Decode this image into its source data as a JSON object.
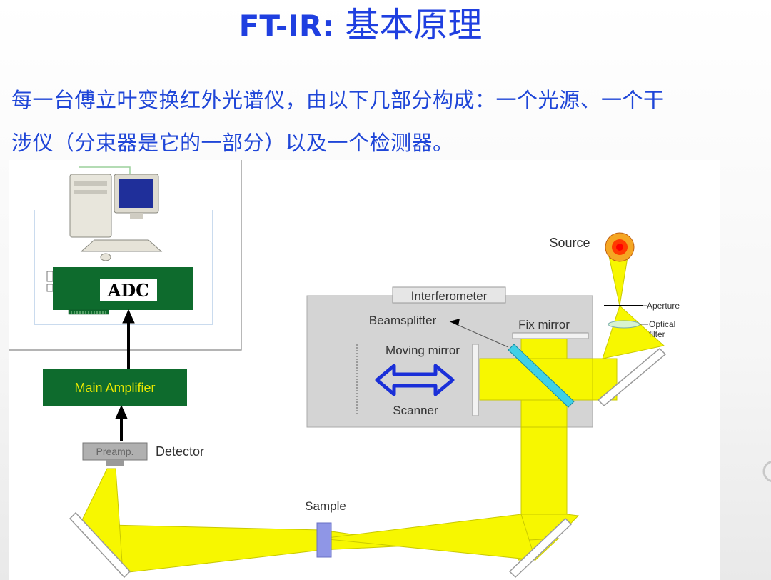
{
  "title": {
    "latin": "FT-IR:",
    "cjk": "基本原理"
  },
  "intro": {
    "line1": "每一台傅立叶变换红外光谱仪，由以下几部分构成：一个光源、一个干",
    "line2": "涉仪（分束器是它的一部分）以及一个检测器。"
  },
  "diagram": {
    "adc": "ADC",
    "main_amplifier": "Main Amplifier",
    "preamp": "Preamp.",
    "detector": "Detector",
    "sample": "Sample",
    "source": "Source",
    "interferometer": "Interferometer",
    "beamsplitter": "Beamsplitter",
    "fix_mirror": "Fix mirror",
    "moving_mirror": "Moving mirror",
    "scanner": "Scanner",
    "aperture": "Aperture",
    "optical_filter_1": "Optical",
    "optical_filter_2": "filter"
  },
  "colors": {
    "title": "#1f3fe0",
    "intro": "#1f46d8",
    "beam": "#f7f700",
    "board": "#0e6b2d",
    "amplifier_text": "#e8e800",
    "interferometer_box": "#d4d4d4",
    "beamsplitter": "#3fd0e6",
    "arrow_blue": "#1a2fd8"
  },
  "icons": {
    "computer": "desktop-computer-icon",
    "source": "light-source-icon",
    "bidirectional_arrow": "double-arrow-icon"
  }
}
